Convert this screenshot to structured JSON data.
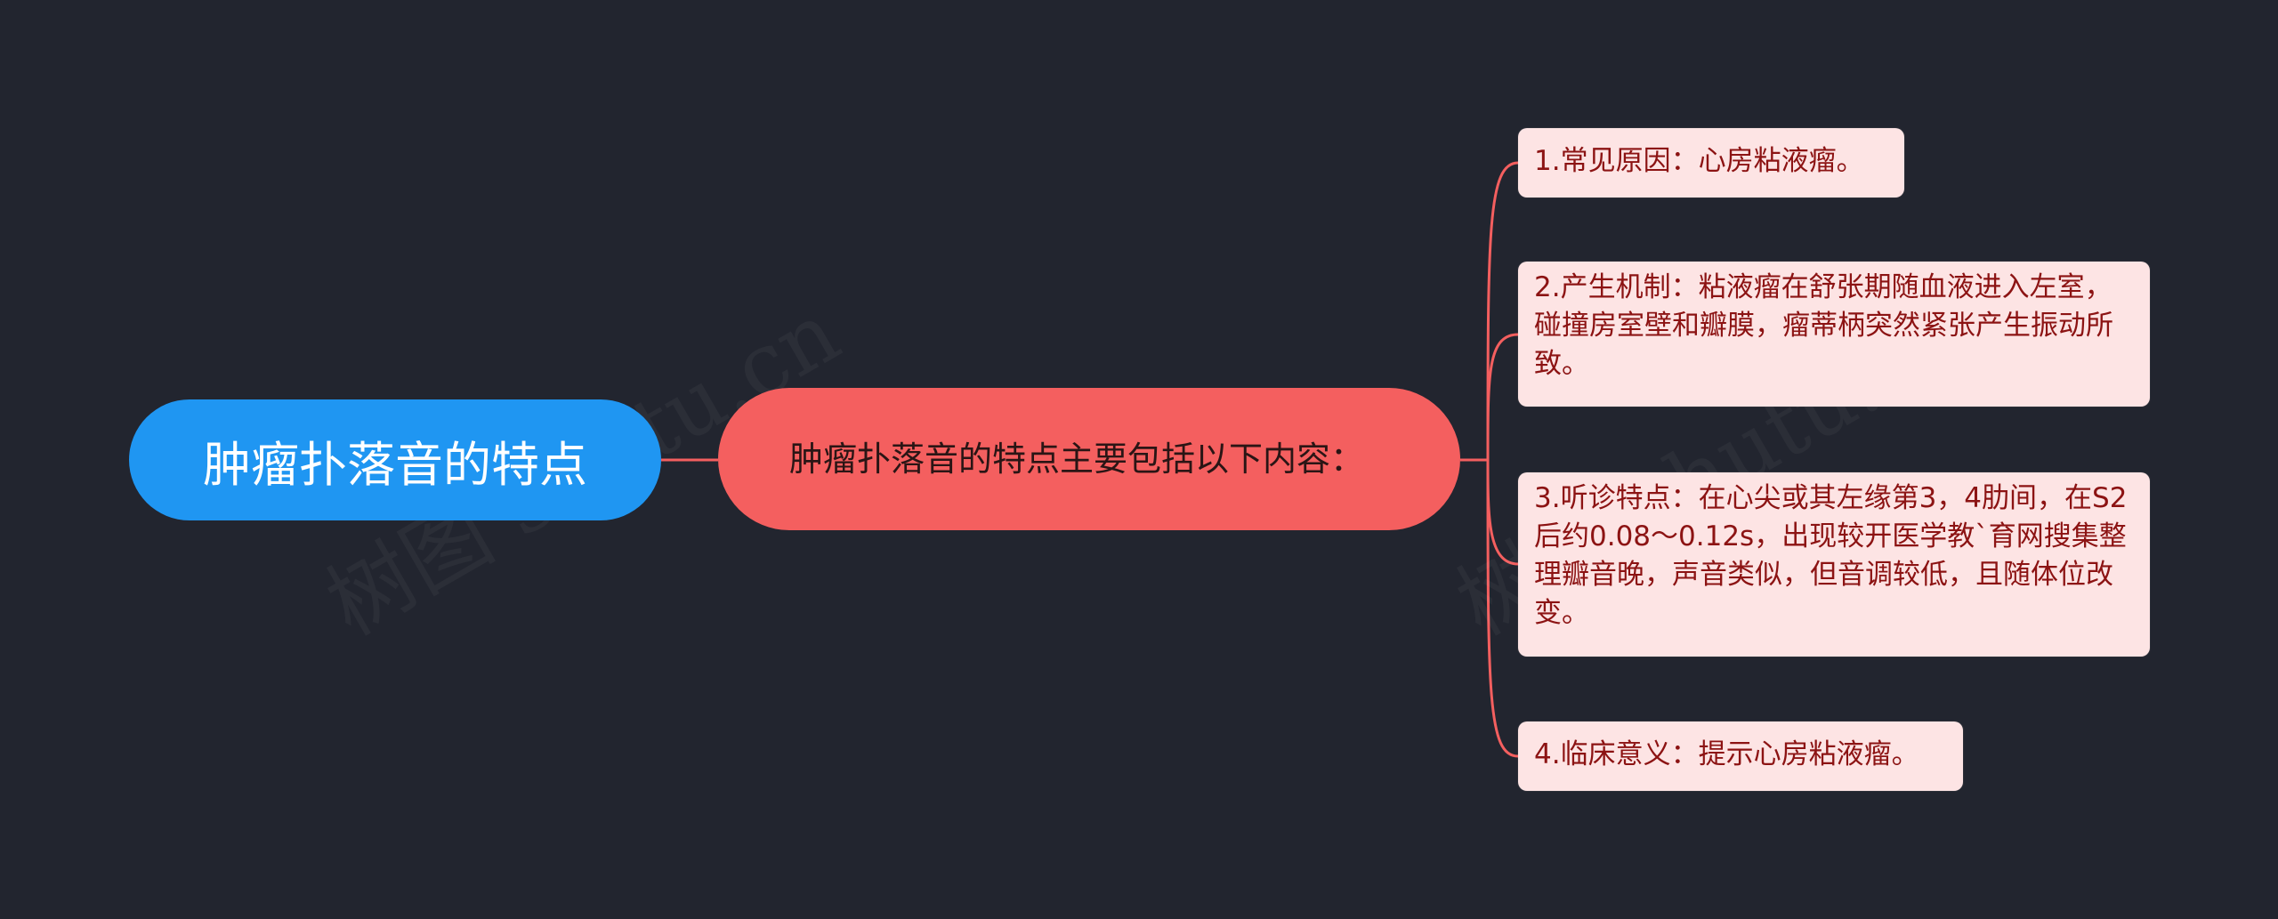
{
  "diagram": {
    "type": "mindmap",
    "root": {
      "label": "肿瘤扑落音的特点"
    },
    "center": {
      "label": "肿瘤扑落音的特点主要包括以下内容："
    },
    "leaves": [
      {
        "label": "1.常见原因：心房粘液瘤。"
      },
      {
        "label": "2.产生机制：粘液瘤在舒张期随血液进入左室，碰撞房室壁和瓣膜，瘤蒂柄突然紧张产生振动所致。"
      },
      {
        "label": "3.听诊特点：在心尖或其左缘第3，4肋间，在S2后约0.08～0.12s，出现较开医学教`育网搜集整理瓣音晚，声音类似，但音调较低，且随体位改变。"
      },
      {
        "label": "4.临床意义：提示心房粘液瘤。"
      }
    ],
    "watermarks": [
      "树图 shutu.cn",
      "树图 shutu.cn"
    ],
    "colors": {
      "background": "#22252f",
      "root_fill": "#1f96f2",
      "center_fill": "#f45f5f",
      "leaf_fill": "#fde4e4",
      "leaf_text": "#8c1313",
      "connector": "#f45f5f"
    }
  }
}
